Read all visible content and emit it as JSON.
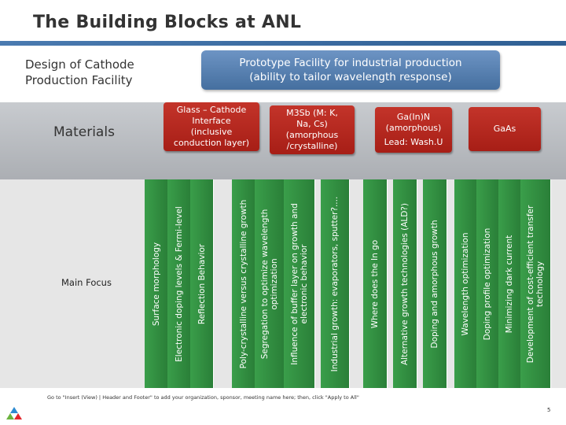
{
  "slide": {
    "title": "The Building Blocks at ANL",
    "design_label_line1": "Design of Cathode",
    "design_label_line2": "Production Facility",
    "prototype_line1": "Prototype Facility for industrial production",
    "prototype_line2": "(ability to tailor wavelength response)",
    "materials_label": "Materials",
    "main_focus_label": "Main Focus",
    "footer_note": "Go to \"Insert (View) | Header and Footer\" to add your organization, sponsor, meeting name here; then, click \"Apply to All\"",
    "page_number": "5"
  },
  "materials": [
    {
      "lines": [
        "Glass – Cathode",
        "Interface",
        "(inclusive",
        "conduction layer)"
      ]
    },
    {
      "lines": [
        "M3Sb (M: K,",
        "Na, Cs)",
        "(amorphous",
        "/crystalline)"
      ]
    },
    {
      "lines": [
        "Ga(In)N",
        "(amorphous)",
        "Lead: Wash.U"
      ]
    },
    {
      "lines": [
        "GaAs"
      ]
    }
  ],
  "focus_columns": [
    {
      "text": "Surface morphology"
    },
    {
      "text": "Electronic doping levels & Fermi-level"
    },
    {
      "text": "Reflection Behavior"
    },
    {
      "text": "Poly-crystalline versus crystalline growth"
    },
    {
      "text": "Segregation to optimize wavelength optimization"
    },
    {
      "text": "Influence of buffer layer on growth and electronic behavior"
    },
    {
      "text": "Industrial growth: evaporators, sputter?...."
    },
    {
      "text": "Where does the In go"
    },
    {
      "text": "Alternative growth technologies (ALD?)"
    },
    {
      "text": "Doping and amorphous growth"
    },
    {
      "text": "Wavelength optimization"
    },
    {
      "text": "Doping profile optimization"
    },
    {
      "text": "Minimizing dark current"
    },
    {
      "text": "Development of cost-efficient transfer technology"
    }
  ],
  "colors": {
    "header_bar": "#3d6ea6",
    "prototype_box": "#5a84b6",
    "material_box": "#b8271e",
    "focus_column": "#31903f",
    "band_gray": "#bfc2c6"
  }
}
